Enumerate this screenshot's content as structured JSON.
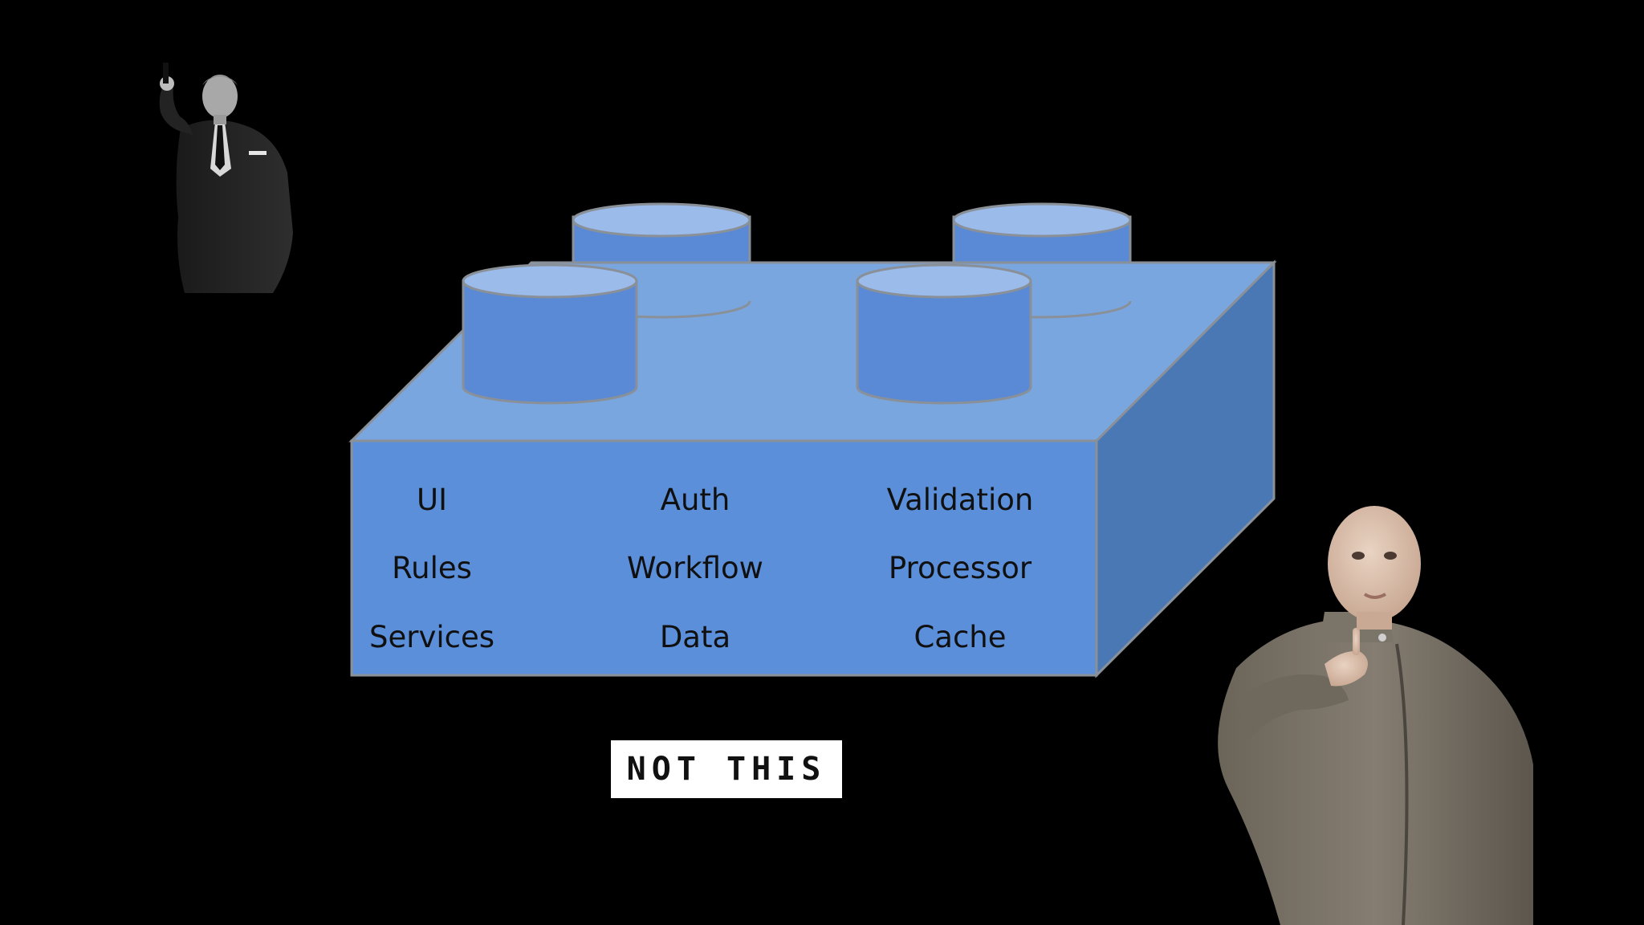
{
  "slide": {
    "background": "#000000"
  },
  "brick": {
    "front_color": "#5b8fd9",
    "top_color": "#7aa6e0",
    "side_color": "#4a78b5",
    "stud_top_color": "#9bbbea",
    "edge_color": "#8a9098",
    "labels": [
      [
        "UI",
        "Auth",
        "Validation"
      ],
      [
        "Rules",
        "Workflow",
        "Processor"
      ],
      [
        "Services",
        "Data",
        "Cache"
      ]
    ]
  },
  "caption": {
    "text": "NOT THIS"
  },
  "figures": {
    "left_figure": "man-in-suit-with-pistol",
    "right_figure": "bald-man-in-grey-tunic-pinky-to-mouth"
  }
}
